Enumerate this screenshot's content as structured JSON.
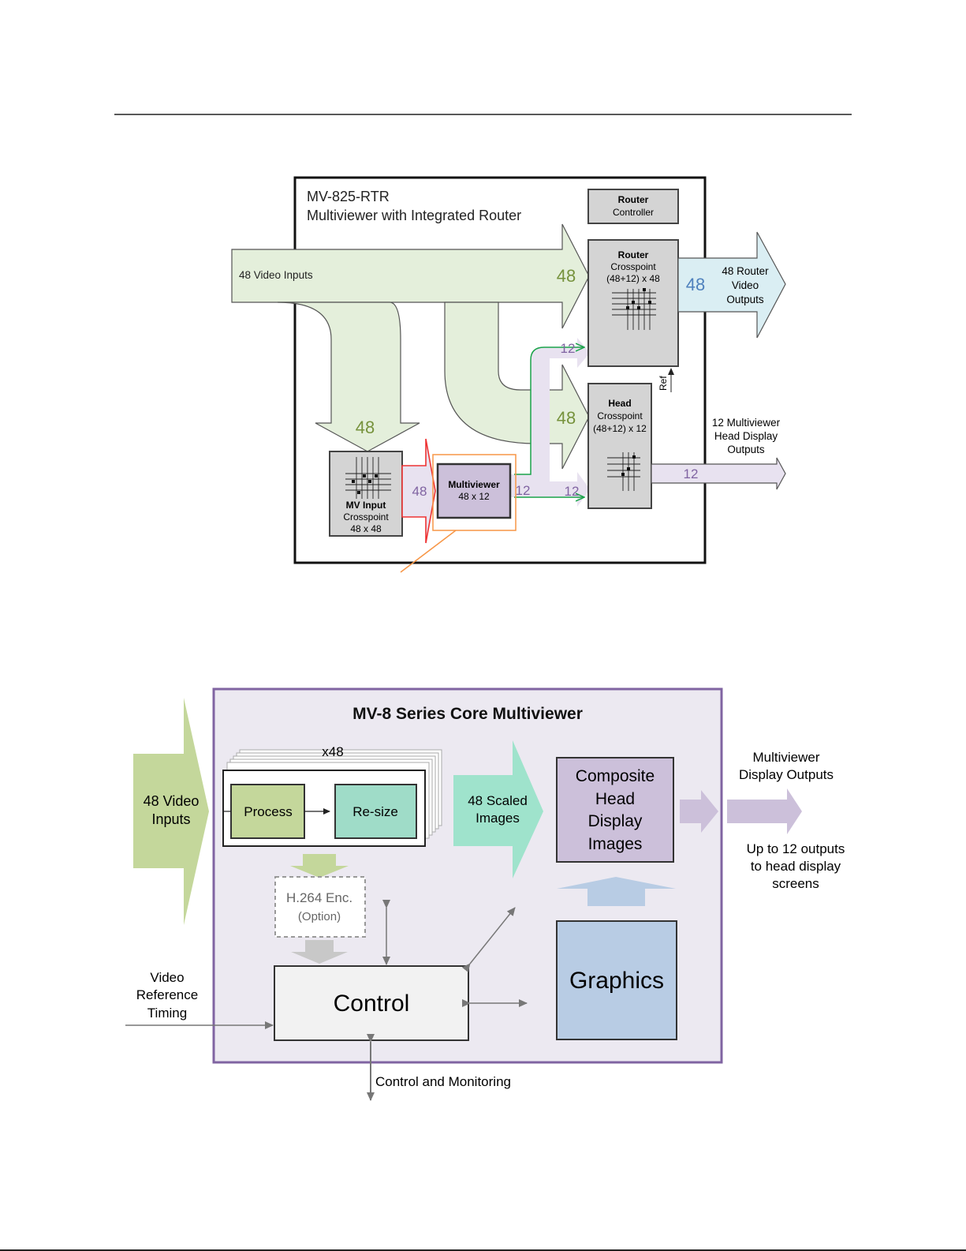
{
  "diagram1": {
    "title_line1": "MV-825-RTR",
    "title_line2": "Multiviewer with Integrated Router",
    "router_controller": {
      "line1": "Router",
      "line2": "Controller"
    },
    "video_inputs_label": "48 Video Inputs",
    "count_48_inputs": "48",
    "router_crosspoint": {
      "line1": "Router",
      "line2": "Crosspoint",
      "line3": "(48+12) x 48"
    },
    "router_out_count": "48",
    "router_outputs": {
      "line1": "48 Router",
      "line2": "Video",
      "line3": "Outputs"
    },
    "count_12_upper": "12",
    "ref_label": "Ref",
    "head_crosspoint": {
      "line1": "Head",
      "line2": "Crosspoint",
      "line3": "(48+12) x 12"
    },
    "count_48_head": "48",
    "count_48_down": "48",
    "mv_outputs": {
      "line1": "12 Multiviewer",
      "line2": "Head Display",
      "line3": "Outputs"
    },
    "mv_input_crosspoint": {
      "line1": "MV Input",
      "line2": "Crosspoint",
      "line3": "48 x 48"
    },
    "count_48_mv": "48",
    "multiviewer": {
      "line1": "Multiviewer",
      "line2": "48 x 12"
    },
    "count_12_mv_out": "12",
    "count_12_lower": "12",
    "count_12_head_out": "12"
  },
  "diagram2": {
    "title": "MV-8 Series Core Multiviewer",
    "inputs": {
      "line1": "48 Video",
      "line2": "Inputs"
    },
    "stack_count": "x48",
    "process": "Process",
    "resize": "Re-size",
    "scaled": {
      "line1": "48 Scaled",
      "line2": "Images"
    },
    "composite": {
      "line1": "Composite",
      "line2": "Head",
      "line3": "Display",
      "line4": "Images"
    },
    "display_outputs": {
      "line1": "Multiviewer",
      "line2": "Display Outputs"
    },
    "outputs_note": {
      "line1": "Up to 12 outputs",
      "line2": "to head display",
      "line3": "screens"
    },
    "h264": {
      "line1": "H.264 Enc.",
      "line2": "(Option)"
    },
    "graphics": "Graphics",
    "control": "Control",
    "reference": {
      "line1": "Video",
      "line2": "Reference",
      "line3": "Timing"
    },
    "control_monitoring": "Control and Monitoring"
  }
}
